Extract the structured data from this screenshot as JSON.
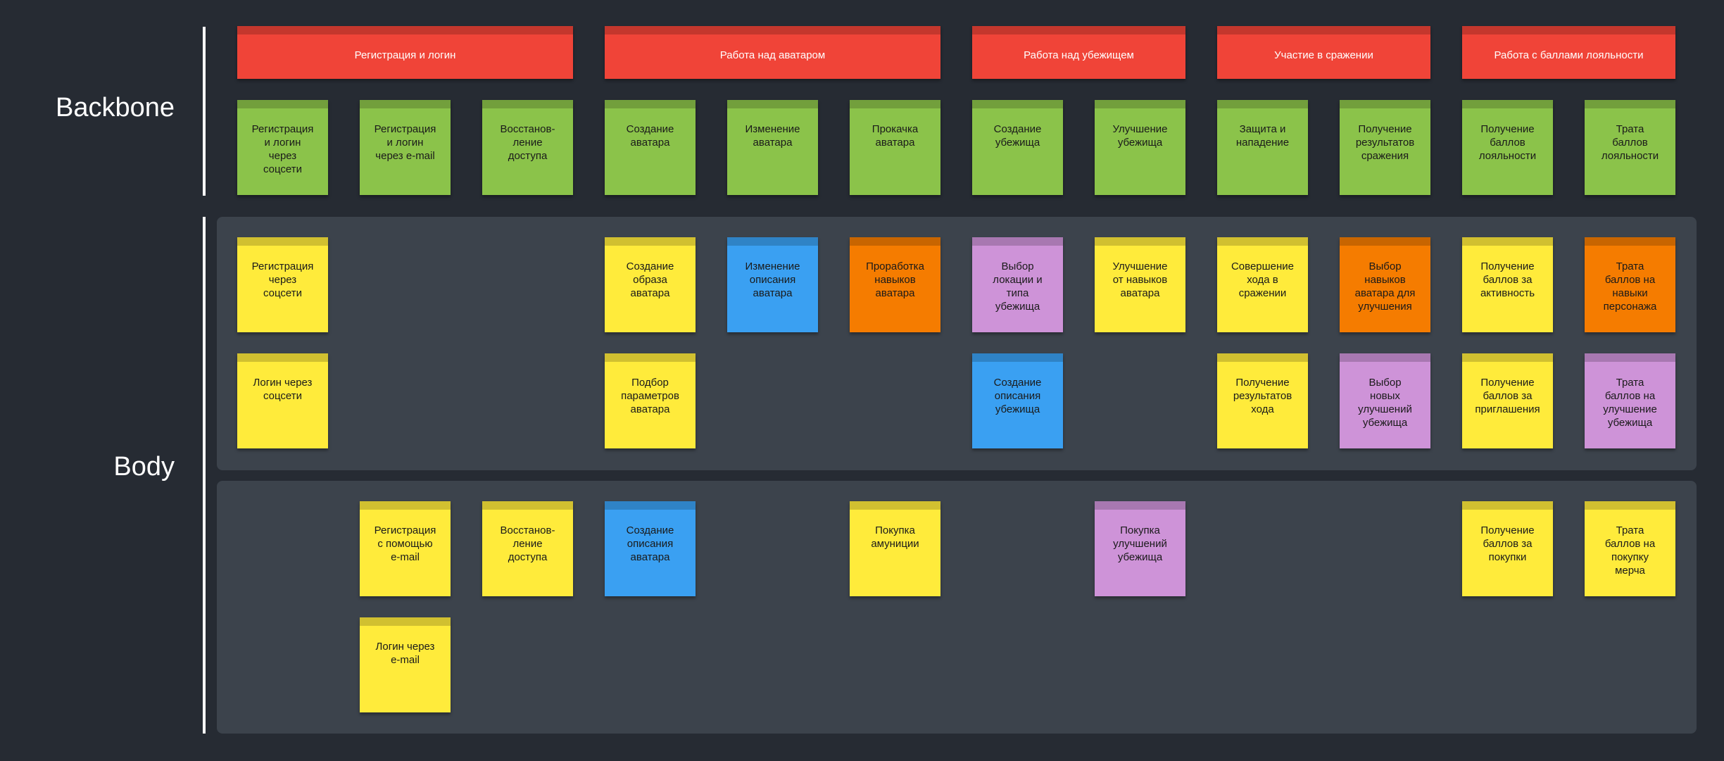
{
  "colors": {
    "background": "#262b33",
    "panel": "#3c434c",
    "epic": "#f04438",
    "green": "#8bc34a",
    "yellow": "#ffeb3b",
    "blue": "#3aa0f2",
    "orange": "#f57c00",
    "purple": "#ce93d8"
  },
  "labels": {
    "backbone": "Backbone",
    "body": "Body"
  },
  "epics": [
    "Регистрация и логин",
    "Работа над  аватаром",
    "Работа над  убежищем",
    "Участие в сражении",
    "Работа с баллами лояльности"
  ],
  "backbone": [
    "Регистрация\nи логин\nчерез\nсоцсети",
    "Регистрация\nи логин\nчерез e-mail",
    "Восстанов-\nление\nдоступа",
    "Создание\nаватара",
    "Изменение\nаватара",
    "Прокачка\nаватара",
    "Создание\nубежища",
    "Улучшение\nубежища",
    "Защита и\nнападение",
    "Получение\nрезультатов\nсражения",
    "Получение\nбаллов\nлояльности",
    "Трата\nбаллов\nлояльности"
  ],
  "release1": [
    "Регистрация\nчерез\nсоцсети",
    "Создание\nобраза\nаватара",
    "Изменение\nописания\nаватара",
    "Проработка\nнавыков\nаватара",
    "Выбор\nлокации и\nтипа\nубежища",
    "Улучшение\nот навыков\nаватара",
    "Совершение\nхода в\nсражении",
    "Выбор\nнавыков\nаватара для\nулучшения",
    "Получение\nбаллов за\nактивность",
    "Трата\nбаллов на\nнавыки\nперсонажа",
    "Логин через\nсоцсети",
    "Подбор\nпараметров\nаватара",
    "Создание\nописания\nубежища",
    "Получение\nрезультатов\nхода",
    "Выбор\nновых\nулучшений\nубежища",
    "Получение\nбаллов за\nприглашения",
    "Трата\nбаллов на\nулучшение\nубежища"
  ],
  "release2": [
    "Регистрация\nс помощью\ne-mail",
    "Восстанов-\nление\nдоступа",
    "Создание\nописания\nаватара",
    "Покупка\nамуниции",
    "Покупка\nулучшений\nубежища",
    "Получение\nбаллов за\nпокупки",
    "Трата\nбаллов на\nпокупку\nмерча",
    "Логин через\ne-mail"
  ]
}
